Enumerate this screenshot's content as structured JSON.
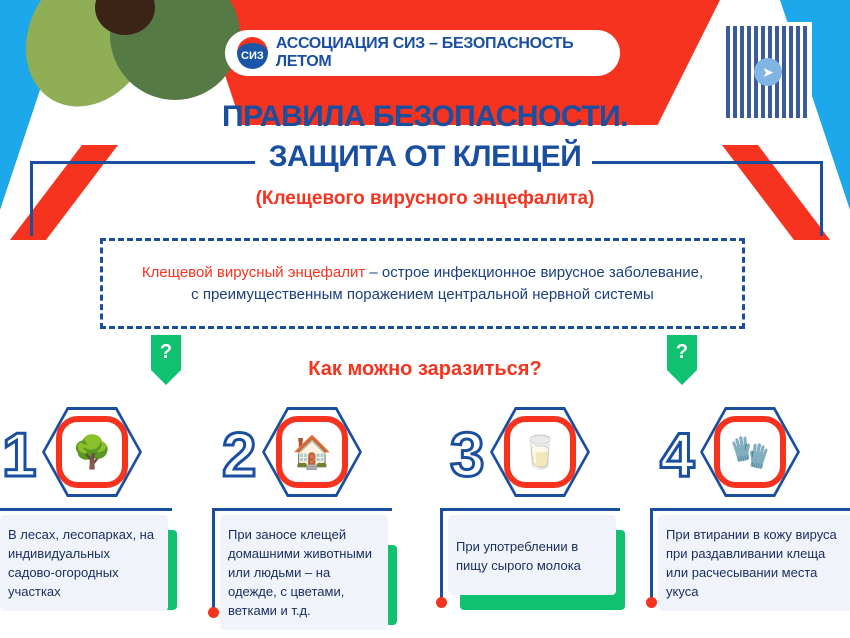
{
  "header": {
    "banner": "АССОЦИАЦИЯ СИЗ – БЕЗОПАСНОСТЬ ЛЕТОМ",
    "logo": "СИЗ"
  },
  "title": {
    "line1": "ПРАВИЛА БЕЗОПАСНОСТИ.",
    "line2": "ЗАЩИТА ОТ КЛЕЩЕЙ",
    "subtitle": "(Клещевого вирусного энцефалита)"
  },
  "definition": {
    "term": "Клещевой вирусный энцефалит",
    "rest": " – острое инфекционное вирусное заболевание,",
    "line2": "с преимущественным поражением центральной нервной системы"
  },
  "question": {
    "mark": "?",
    "heading": "Как можно заразиться?"
  },
  "cards": [
    {
      "number": "1",
      "icon": "trees-icon",
      "text": "В лесах, лесопарках, на индивидуальных садово-огородных участках"
    },
    {
      "number": "2",
      "icon": "cat-house-icon",
      "text": "При заносе клещей домашними животными или людьми – на одежде, с цветами, ветками и т.д."
    },
    {
      "number": "3",
      "icon": "milk-can-icon",
      "text": "При употреблении в пищу сырого молока"
    },
    {
      "number": "4",
      "icon": "glove-tick-icon",
      "text": "При втирании в кожу вируса при раздавливании клеща или расчесывании места укуса"
    }
  ],
  "colors": {
    "blue": "#1a4fa0",
    "red": "#f5331f",
    "sky": "#1ea8ec",
    "green": "#10c270"
  }
}
